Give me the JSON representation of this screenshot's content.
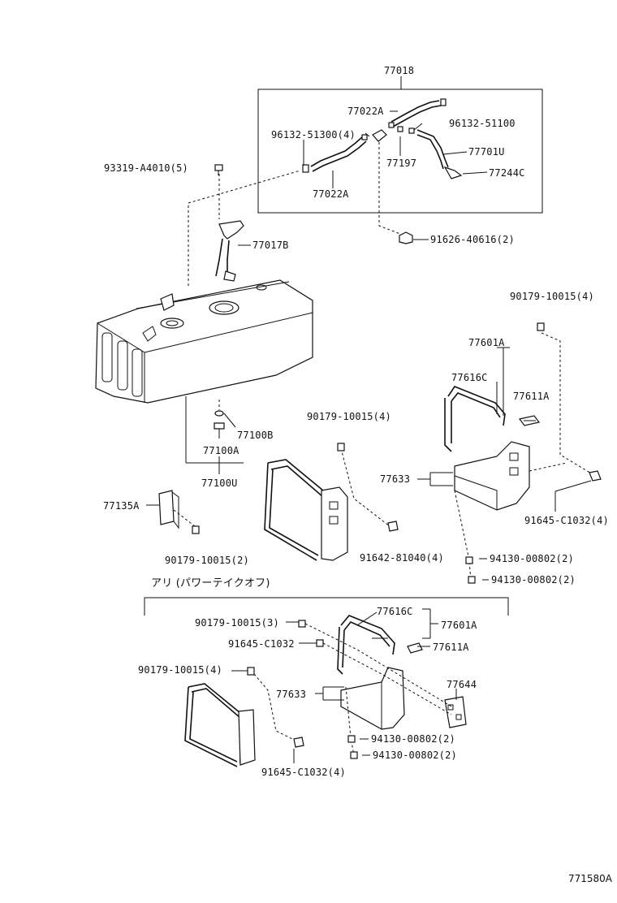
{
  "labels": {
    "l77018": "77018",
    "l77022A_top": "77022A",
    "l96132_51300": "96132-51300(4)",
    "l96132_51100": "96132-51100",
    "l77701U": "77701U",
    "l77197": "77197",
    "l77244C": "77244C",
    "l77022A_bot": "77022A",
    "l93319": "93319-A4010(5)",
    "l91626": "91626-40616(2)",
    "l77017B": "77017B",
    "l90179_right": "90179-10015(4)",
    "l77601A_top": "77601A",
    "l77616C_top": "77616C",
    "l77611A_top": "77611A",
    "l90179_mid": "90179-10015(4)",
    "l77100B": "77100B",
    "l77100A": "77100A",
    "l77100U": "77100U",
    "l77633_top": "77633",
    "l91645_right": "91645-C1032(4)",
    "l77135A": "77135A",
    "l91642": "91642-81040(4)",
    "l90179_low": "90179-10015(2)",
    "l94130_a": "94130-00802(2)",
    "l94130_b": "94130-00802(2)",
    "section_note": "アリ (パワーテイクオフ)",
    "l90179_3": "90179-10015(3)",
    "l77616C_bot": "77616C",
    "l77601A_bot": "77601A",
    "l91645_mid": "91645-C1032",
    "l77611A_bot": "77611A",
    "l90179_4b": "90179-10015(4)",
    "l77644": "77644",
    "l77633_bot": "77633",
    "l94130_c": "94130-00802(2)",
    "l94130_d": "94130-00802(2)",
    "l91645_bot": "91645-C1032(4)"
  },
  "drawing_code": "771580A"
}
